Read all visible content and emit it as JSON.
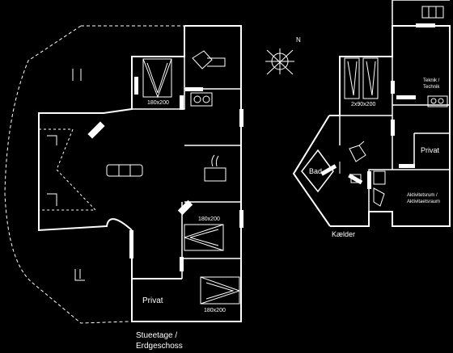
{
  "ground_floor": {
    "caption_line1": "Stueetage /",
    "caption_line2": "Erdgeschoss",
    "bed_label_1": "180x200",
    "bed_label_2": "180x200",
    "bed_label_3": "180x200",
    "private_label": "Privat"
  },
  "basement": {
    "caption": "Kælder",
    "bath_label": "Bad",
    "bed_label": "2x90x200",
    "utility_label_line1": "Teknik /",
    "utility_label_line2": "Technik",
    "private_label": "Privat",
    "storage_label_line1": "Aktivitetsrum /",
    "storage_label_line2": "Aktivitaetsraum"
  },
  "compass": {
    "north_label": "N"
  },
  "colors": {
    "background": "#000000",
    "lines": "#ffffff"
  }
}
